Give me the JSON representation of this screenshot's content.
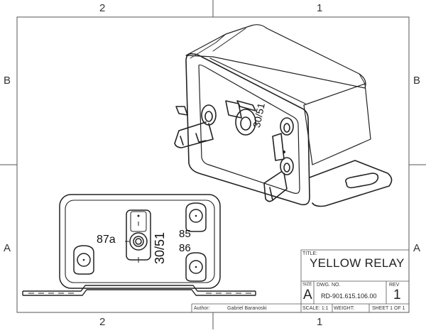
{
  "zones": {
    "top": [
      "2",
      "1"
    ],
    "bottom": [
      "2",
      "1"
    ],
    "left": [
      "B",
      "A"
    ],
    "right": [
      "B",
      "A"
    ]
  },
  "terminals": {
    "iso": "30/51",
    "front_30": "30/51",
    "front_87a": "87a",
    "front_85": "85",
    "front_86": "86"
  },
  "title_block": {
    "title_label": "TITLE:",
    "title": "YELLOW RELAY",
    "size_label": "SIZE",
    "size": "A",
    "dwg_label": "DWG.  NO.",
    "dwg_no": "RD-901.615.106.00",
    "rev_label": "REV",
    "rev": "1",
    "author_label": "Author:",
    "author": "Gabriel Baranoski",
    "scale": "SCALE: 1:1",
    "weight": "WEIGHT:",
    "sheet": "SHEET 1 OF 1"
  }
}
